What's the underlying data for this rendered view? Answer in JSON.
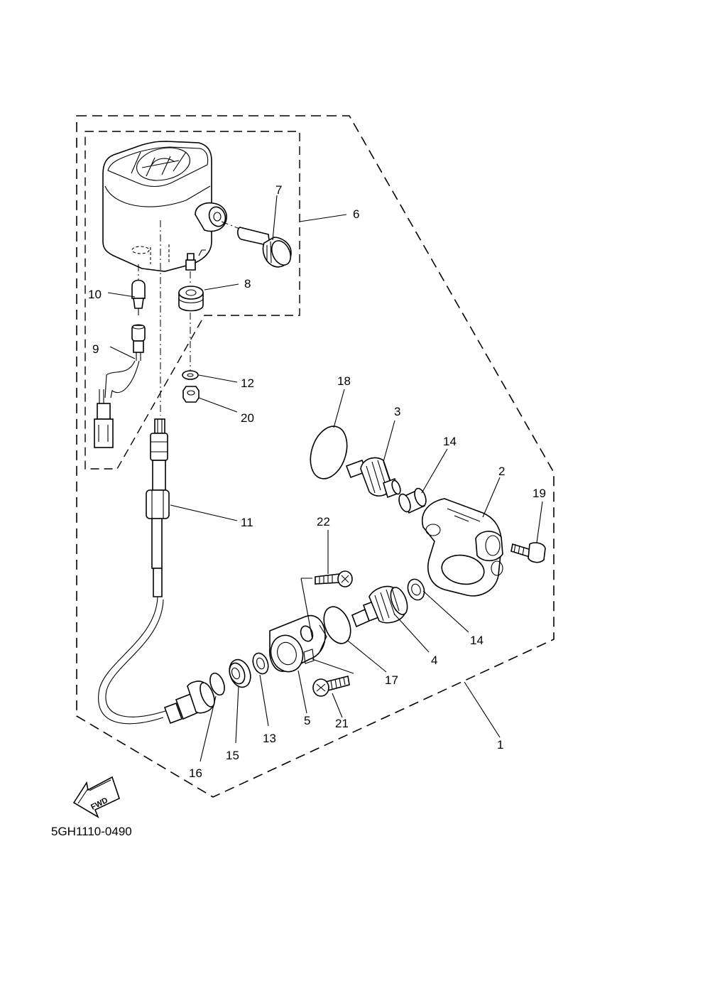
{
  "diagram": {
    "drawing_code": "5GH1110-0490",
    "fwd_label": "FWD",
    "callouts": {
      "c1": "1",
      "c2": "2",
      "c3": "3",
      "c4": "4",
      "c5": "5",
      "c6": "6",
      "c7": "7",
      "c8": "8",
      "c9": "9",
      "c10": "10",
      "c11": "11",
      "c12": "12",
      "c13": "13",
      "c14a": "14",
      "c14b": "14",
      "c15": "15",
      "c16": "16",
      "c17": "17",
      "c18": "18",
      "c19": "19",
      "c20": "20",
      "c21": "21",
      "c22": "22"
    }
  }
}
